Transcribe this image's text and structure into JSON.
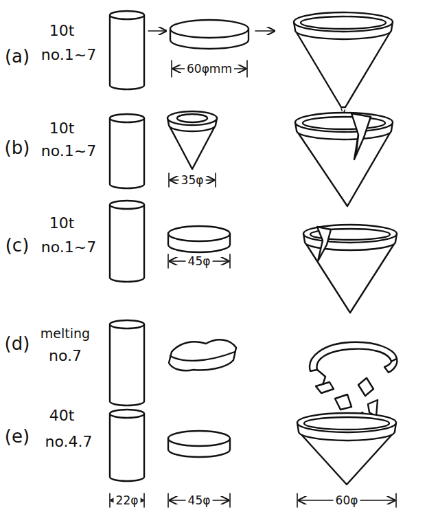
{
  "diagram": {
    "labels": [
      "(a)",
      "10t",
      "no.1~7",
      "60φmm",
      "(b)",
      "10t",
      "no.1~7",
      "35φ",
      "(c)",
      "10t",
      "no.1~7",
      "45φ",
      "(d)",
      "melting",
      "no.7",
      "(e)",
      "40t",
      "no.4.7",
      "22φ",
      "45φ",
      "60φ"
    ]
  }
}
